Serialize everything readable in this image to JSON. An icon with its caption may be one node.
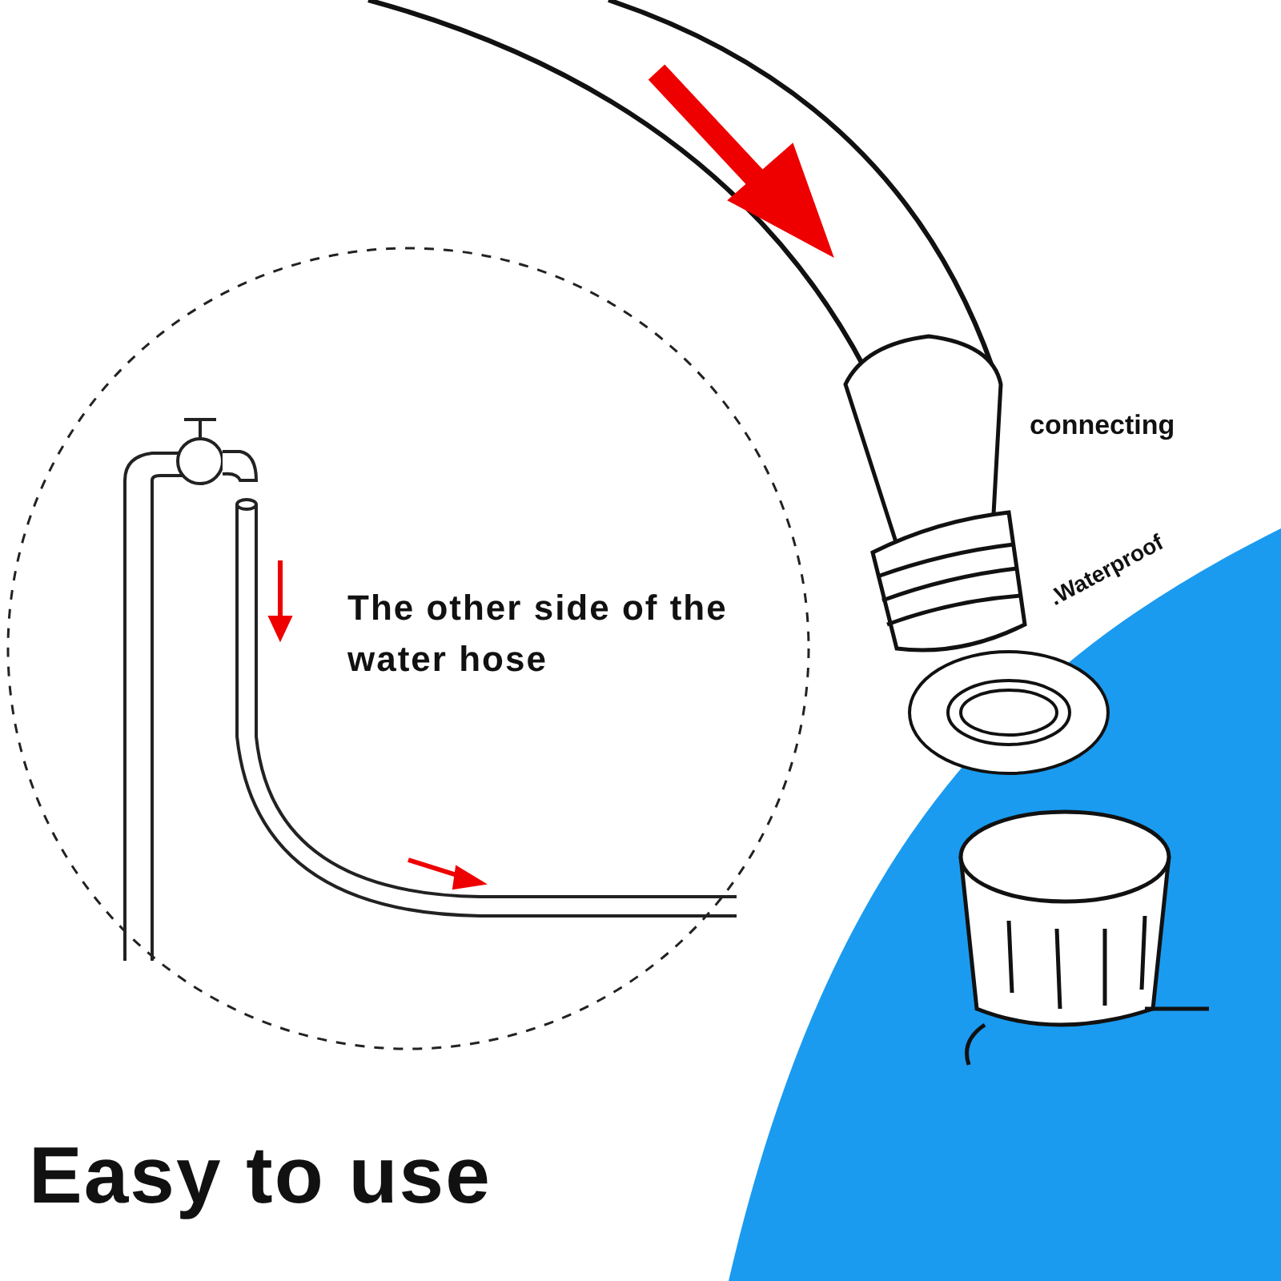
{
  "diagram": {
    "title": "Easy to use",
    "labels": [
      "connecting",
      ".Waterproof",
      "The other side of the water hose"
    ]
  }
}
